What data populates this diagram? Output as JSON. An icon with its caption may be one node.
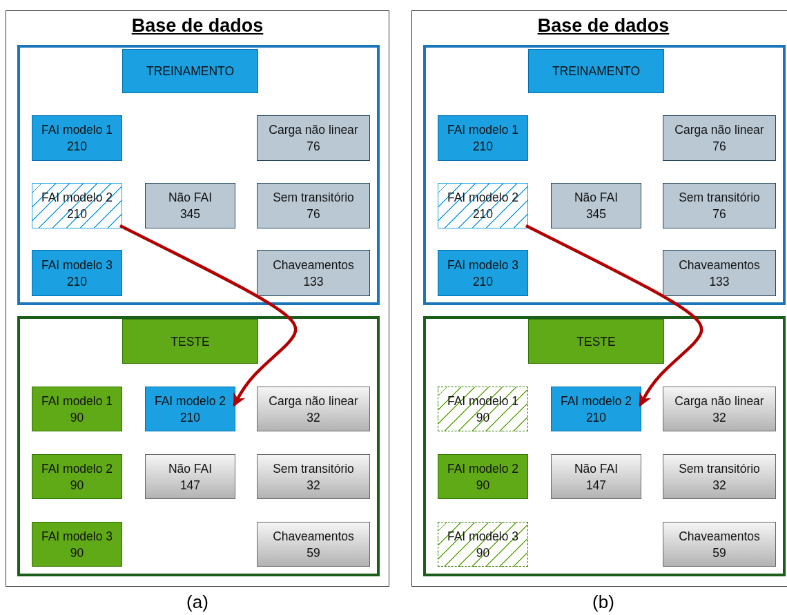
{
  "diagram": {
    "nodes": [
      {
        "text": [
          "Base de dados"
        ],
        "beside": [
          "(a)"
        ]
      },
      {
        "text": [],
        "shape": "box",
        "in": 0
      },
      {
        "text": [
          "TREINAMENTO"
        ],
        "in": 1
      },
      {
        "text": [
          "FAI modelo 1",
          "210"
        ],
        "in": 1
      },
      {
        "text": [
          "Carga não linear",
          "76"
        ],
        "in": 1
      },
      {
        "text": [
          "FAI modelo 2",
          "210"
        ],
        "in": 1
      },
      {
        "text": [
          "Não FAI",
          "345"
        ],
        "in": 1
      },
      {
        "text": [
          "Sem transitório",
          "76"
        ],
        "in": 1
      },
      {
        "text": [
          "FAI modelo 3",
          "210"
        ],
        "in": 1
      },
      {
        "text": [
          "Chaveamentos",
          "133"
        ],
        "in": 1
      },
      {
        "text": [],
        "shape": "box",
        "in": 0
      },
      {
        "text": [
          "TESTE"
        ],
        "in": 10
      },
      {
        "text": [
          "FAI modelo 1",
          "90"
        ],
        "in": 10
      },
      {
        "text": [
          "FAI modelo 2",
          "210"
        ],
        "in": 10
      },
      {
        "text": [
          "Carga não linear",
          "32"
        ],
        "in": 10
      },
      {
        "text": [
          "FAI modelo 2",
          "90"
        ],
        "in": 10
      },
      {
        "text": [
          "Não FAI",
          "147"
        ],
        "in": 10
      },
      {
        "text": [
          "Sem transitório",
          "32"
        ],
        "in": 10
      },
      {
        "text": [
          "FAI modelo 3",
          "90"
        ],
        "in": 10
      },
      {
        "text": [
          "Chaveamentos",
          "59"
        ],
        "in": 10
      },
      {
        "text": [
          "Base de dados"
        ],
        "beside": [
          "(b)"
        ]
      },
      {
        "text": [],
        "shape": "box",
        "in": 20
      },
      {
        "text": [
          "TREINAMENTO"
        ],
        "in": 21
      },
      {
        "text": [
          "FAI modelo 1",
          "210"
        ],
        "in": 21
      },
      {
        "text": [
          "Carga não linear",
          "76"
        ],
        "in": 21
      },
      {
        "text": [
          "FAI modelo 2",
          "210"
        ],
        "in": 21
      },
      {
        "text": [
          "Não FAI",
          "345"
        ],
        "in": 21
      },
      {
        "text": [
          "Sem transitório",
          "76"
        ],
        "in": 21
      },
      {
        "text": [
          "FAI modelo 3",
          "210"
        ],
        "in": 21
      },
      {
        "text": [
          "Chaveamentos",
          "133"
        ],
        "in": 21
      },
      {
        "text": [],
        "shape": "box",
        "in": 20
      },
      {
        "text": [
          "TESTE"
        ],
        "in": 30
      },
      {
        "text": [
          "FAI modelo 1",
          "90"
        ],
        "in": 30
      },
      {
        "text": [
          "FAI modelo 2",
          "210"
        ],
        "in": 30
      },
      {
        "text": [
          "Carga não linear",
          "32"
        ],
        "in": 30
      },
      {
        "text": [
          "FAI modelo 2",
          "90"
        ],
        "in": 30
      },
      {
        "text": [
          "Não FAI",
          "147"
        ],
        "in": 30
      },
      {
        "text": [
          "Sem transitório",
          "32"
        ],
        "in": 30
      },
      {
        "text": [
          "FAI modelo 3",
          "90"
        ],
        "in": 30
      },
      {
        "text": [
          "Chaveamentos",
          "59"
        ],
        "in": 30
      }
    ],
    "edges": [
      {
        "from": 5,
        "to": 13,
        "arrow": "to"
      },
      {
        "from": 25,
        "to": 33,
        "arrow": "to"
      }
    ]
  }
}
